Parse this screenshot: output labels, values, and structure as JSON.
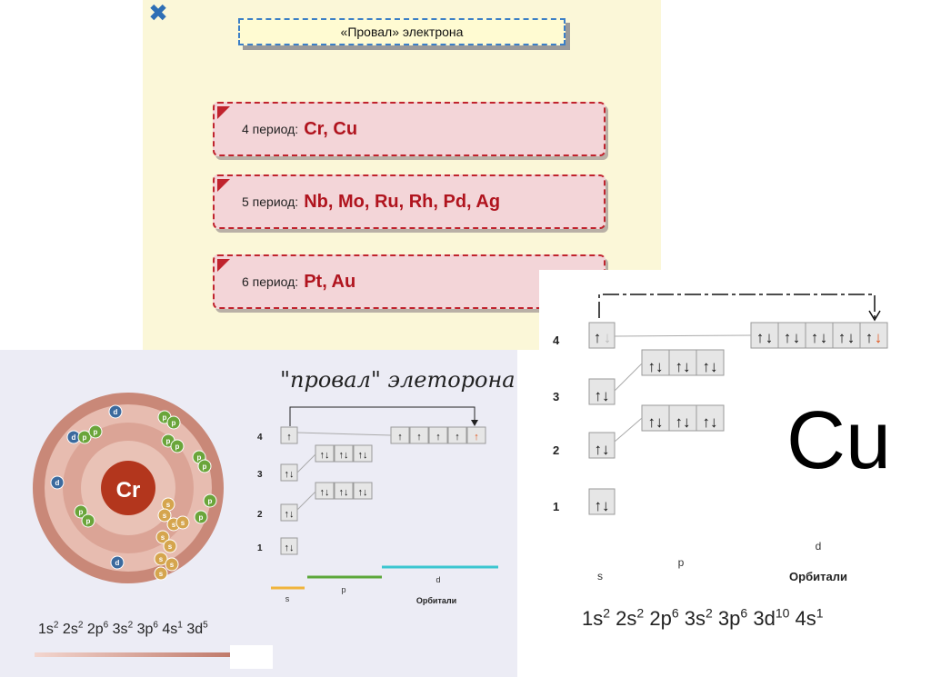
{
  "slide": {
    "title": "«Провал» электрона",
    "periods": [
      {
        "label": "4 период:",
        "elements": "Cr, Cu"
      },
      {
        "label": "5 период:",
        "elements": "Nb, Mo, Ru, Rh, Pd, Ag"
      },
      {
        "label": "6 период:",
        "elements": "Pt, Au"
      }
    ]
  },
  "cr_panel": {
    "title": "\"провал\" элеторона",
    "atom_symbol": "Cr",
    "configuration": [
      {
        "base": "1s",
        "exp": "2"
      },
      {
        "base": "2s",
        "exp": "2"
      },
      {
        "base": "2p",
        "exp": "6"
      },
      {
        "base": "3s",
        "exp": "2"
      },
      {
        "base": "3p",
        "exp": "6"
      },
      {
        "base": "4s",
        "exp": "1"
      },
      {
        "base": "3d",
        "exp": "5"
      }
    ],
    "levels": [
      "1",
      "2",
      "3",
      "4"
    ],
    "orbital_labels": {
      "s": "s",
      "p": "p",
      "d": "d"
    },
    "axis_label": "Орбитали",
    "particle_labels": {
      "s": "s",
      "p": "p",
      "d": "d"
    }
  },
  "cu_panel": {
    "symbol": "Cu",
    "configuration": [
      {
        "base": "1s",
        "exp": "2"
      },
      {
        "base": "2s",
        "exp": "2"
      },
      {
        "base": "2p",
        "exp": "6"
      },
      {
        "base": "3s",
        "exp": "2"
      },
      {
        "base": "3p",
        "exp": "6"
      },
      {
        "base": "3d",
        "exp": "10"
      },
      {
        "base": "4s",
        "exp": "1"
      }
    ],
    "levels": [
      "1",
      "2",
      "3",
      "4"
    ],
    "orbital_labels": {
      "s": "s",
      "p": "p",
      "d": "d"
    },
    "axis_label": "Орбитали"
  },
  "colors": {
    "accent_red": "#b0141e",
    "highlight_orange": "#e0541c",
    "s_line": "#f0b43c",
    "p_line": "#5ca83a",
    "d_line": "#3cc6d0"
  },
  "icons": {
    "close": "close-x-icon"
  }
}
